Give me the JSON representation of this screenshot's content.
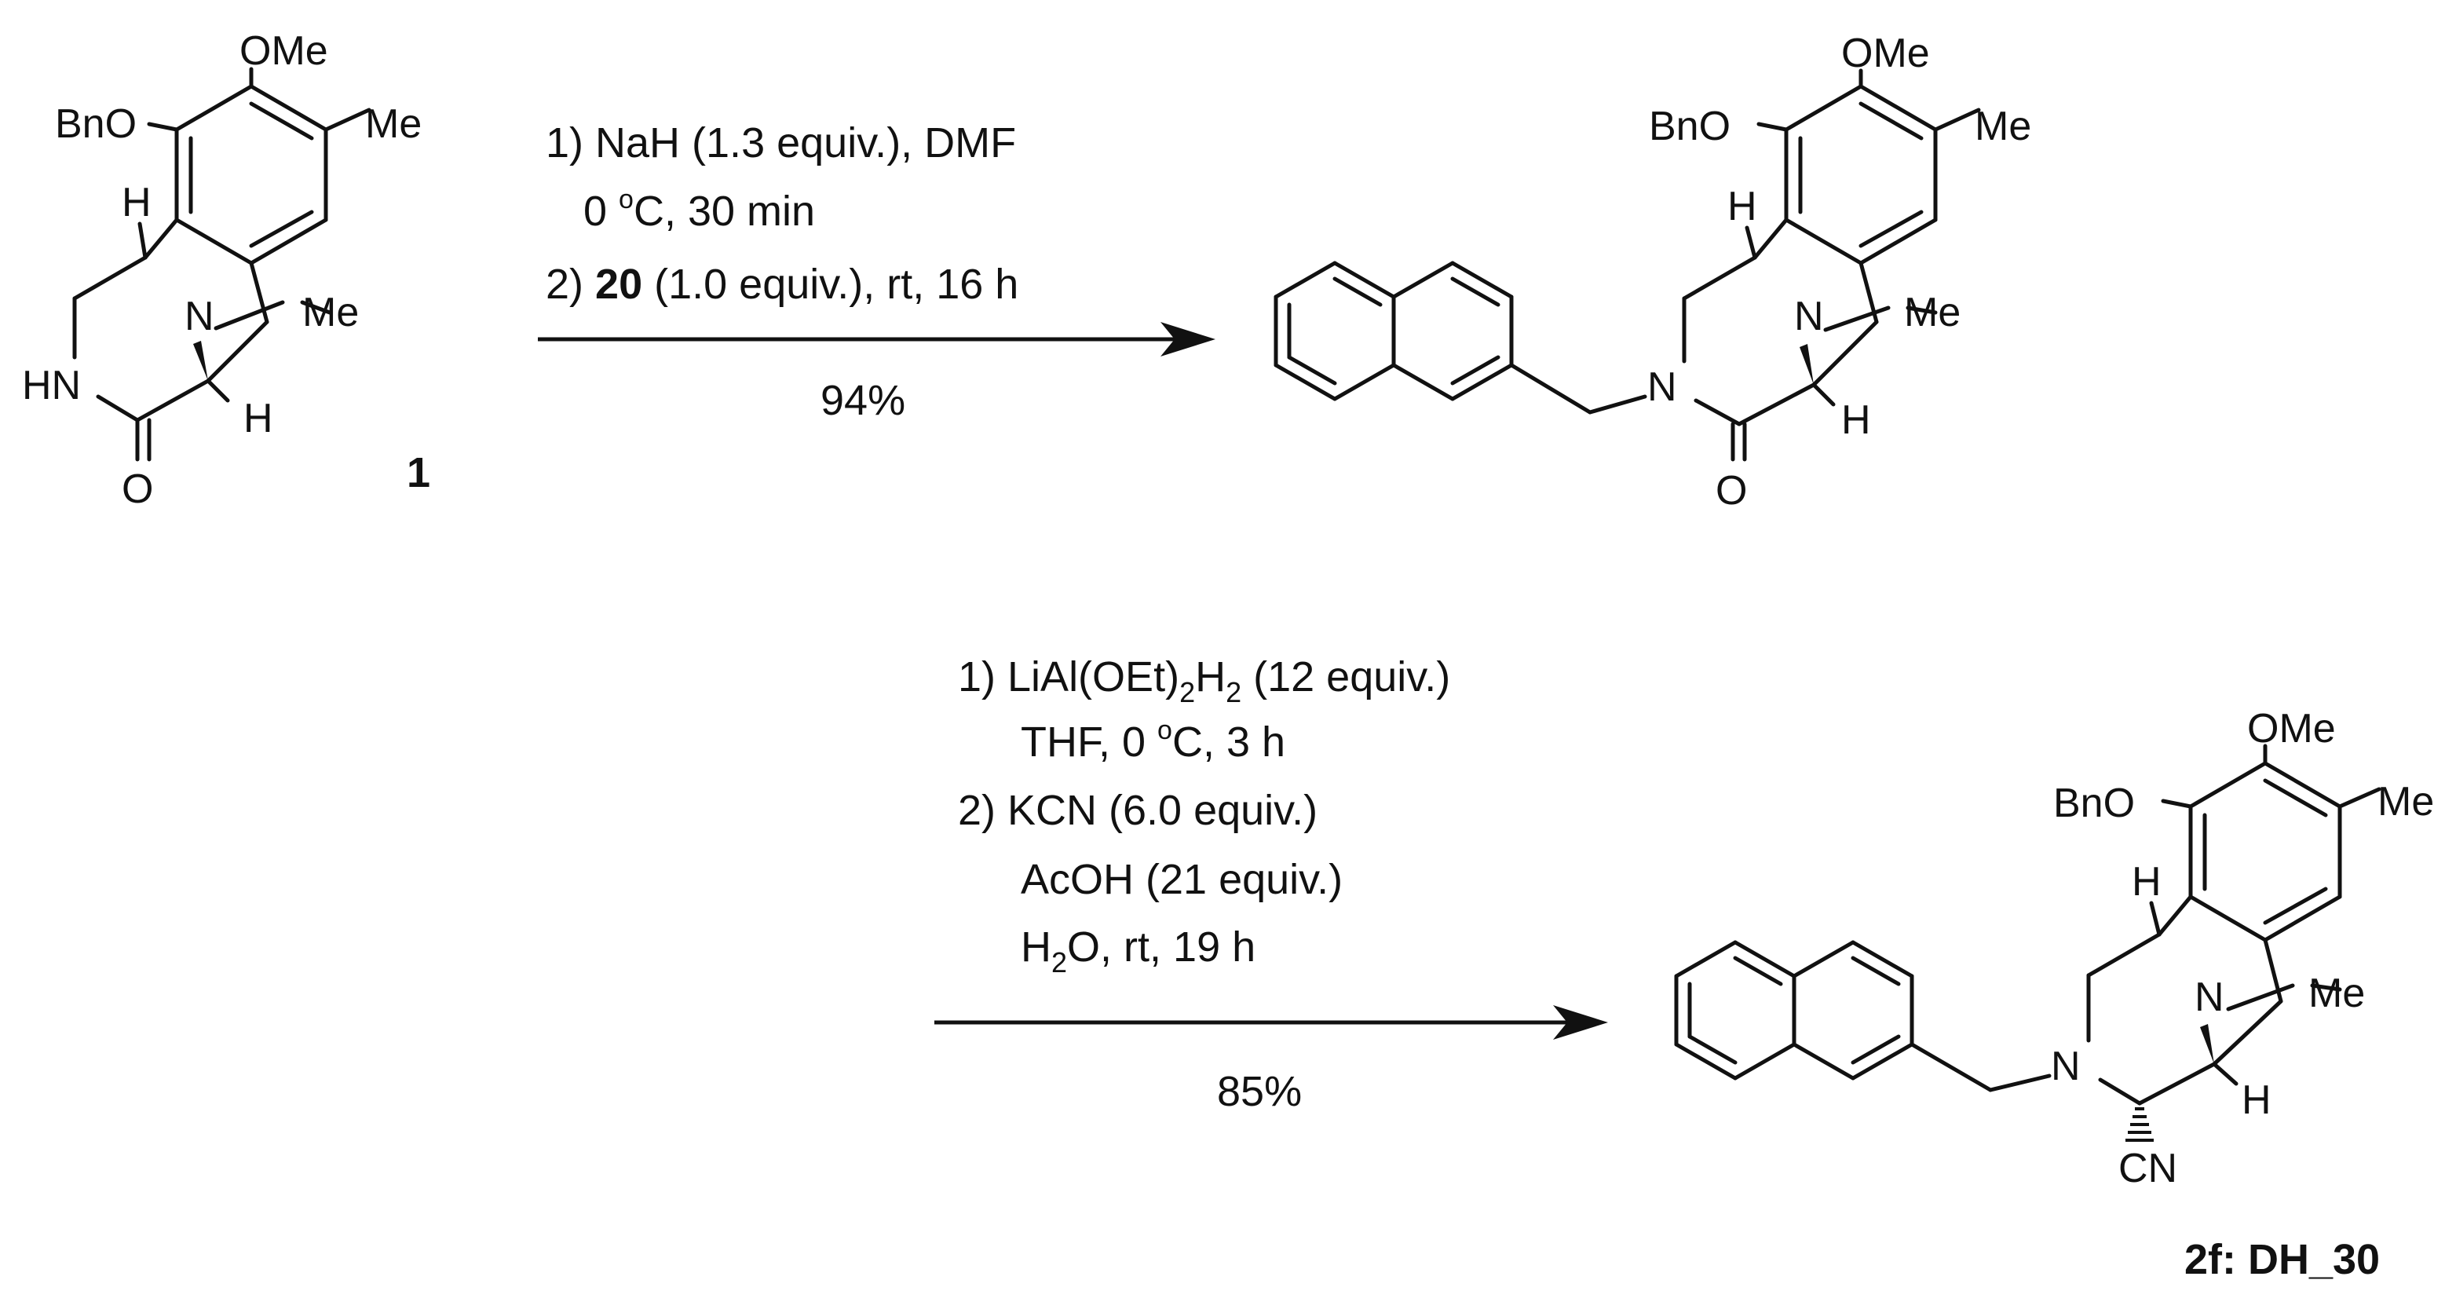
{
  "reaction1": {
    "conditions": {
      "step1": "1) NaH (1.3 equiv.), DMF",
      "step1b_pre": "0 ",
      "step1b_sup": "o",
      "step1b_post": "C, 30 min",
      "step2_num": "2) ",
      "step2_reagent": "20",
      "step2_rest": " (1.0 equiv.), rt, 16 h"
    },
    "yield": "94%"
  },
  "reaction2": {
    "conditions": {
      "step1_a": "1) LiAl(OEt)",
      "step1_sub1": "2",
      "step1_b": "H",
      "step1_sub2": "2",
      "step1_c": " (12 equiv.)",
      "step1b_pre": "THF, 0 ",
      "step1b_sup": "o",
      "step1b_post": "C, 3 h",
      "step2": "2) KCN (6.0 equiv.)",
      "step2b": "AcOH (21 equiv.)",
      "step2c_a": "H",
      "step2c_sub": "2",
      "step2c_b": "O, rt, 19 h"
    },
    "yield": "85%"
  },
  "compound1": {
    "label": "1",
    "atoms": {
      "ome": "OMe",
      "me": "Me",
      "bno": "BnO",
      "h_top": "H",
      "n": "N",
      "nme": "Me",
      "hn": "HN",
      "h_bottom": "H",
      "o": "O"
    }
  },
  "intermediate": {
    "atoms": {
      "ome": "OMe",
      "me": "Me",
      "bno": "BnO",
      "h_top": "H",
      "n_bridge": "N",
      "nme": "Me",
      "n_ring": "N",
      "h_bottom": "H",
      "o": "O"
    }
  },
  "product": {
    "label": "2f: DH_30",
    "atoms": {
      "ome": "OMe",
      "me": "Me",
      "bno": "BnO",
      "h_top": "H",
      "n_bridge": "N",
      "nme": "Me",
      "n_ring": "N",
      "h_bottom": "H",
      "cn": "CN"
    }
  }
}
